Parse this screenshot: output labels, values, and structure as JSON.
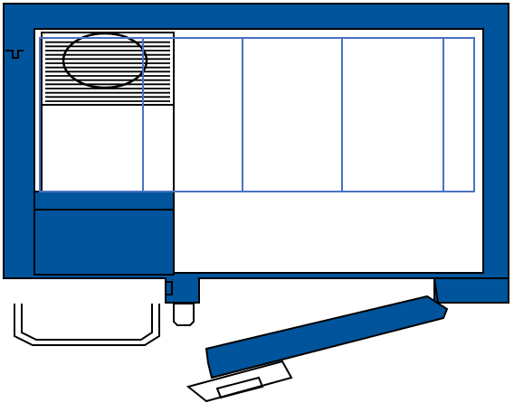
{
  "diagram": {
    "kind": "top-view-cabinet-schematic",
    "colors": {
      "wall_fill": "#00549c",
      "line": "#000000",
      "shelf_line": "#4a72c4",
      "background": "#ffffff"
    },
    "shelf_columns": 5,
    "grille_slats": 16,
    "door_state": "open"
  }
}
